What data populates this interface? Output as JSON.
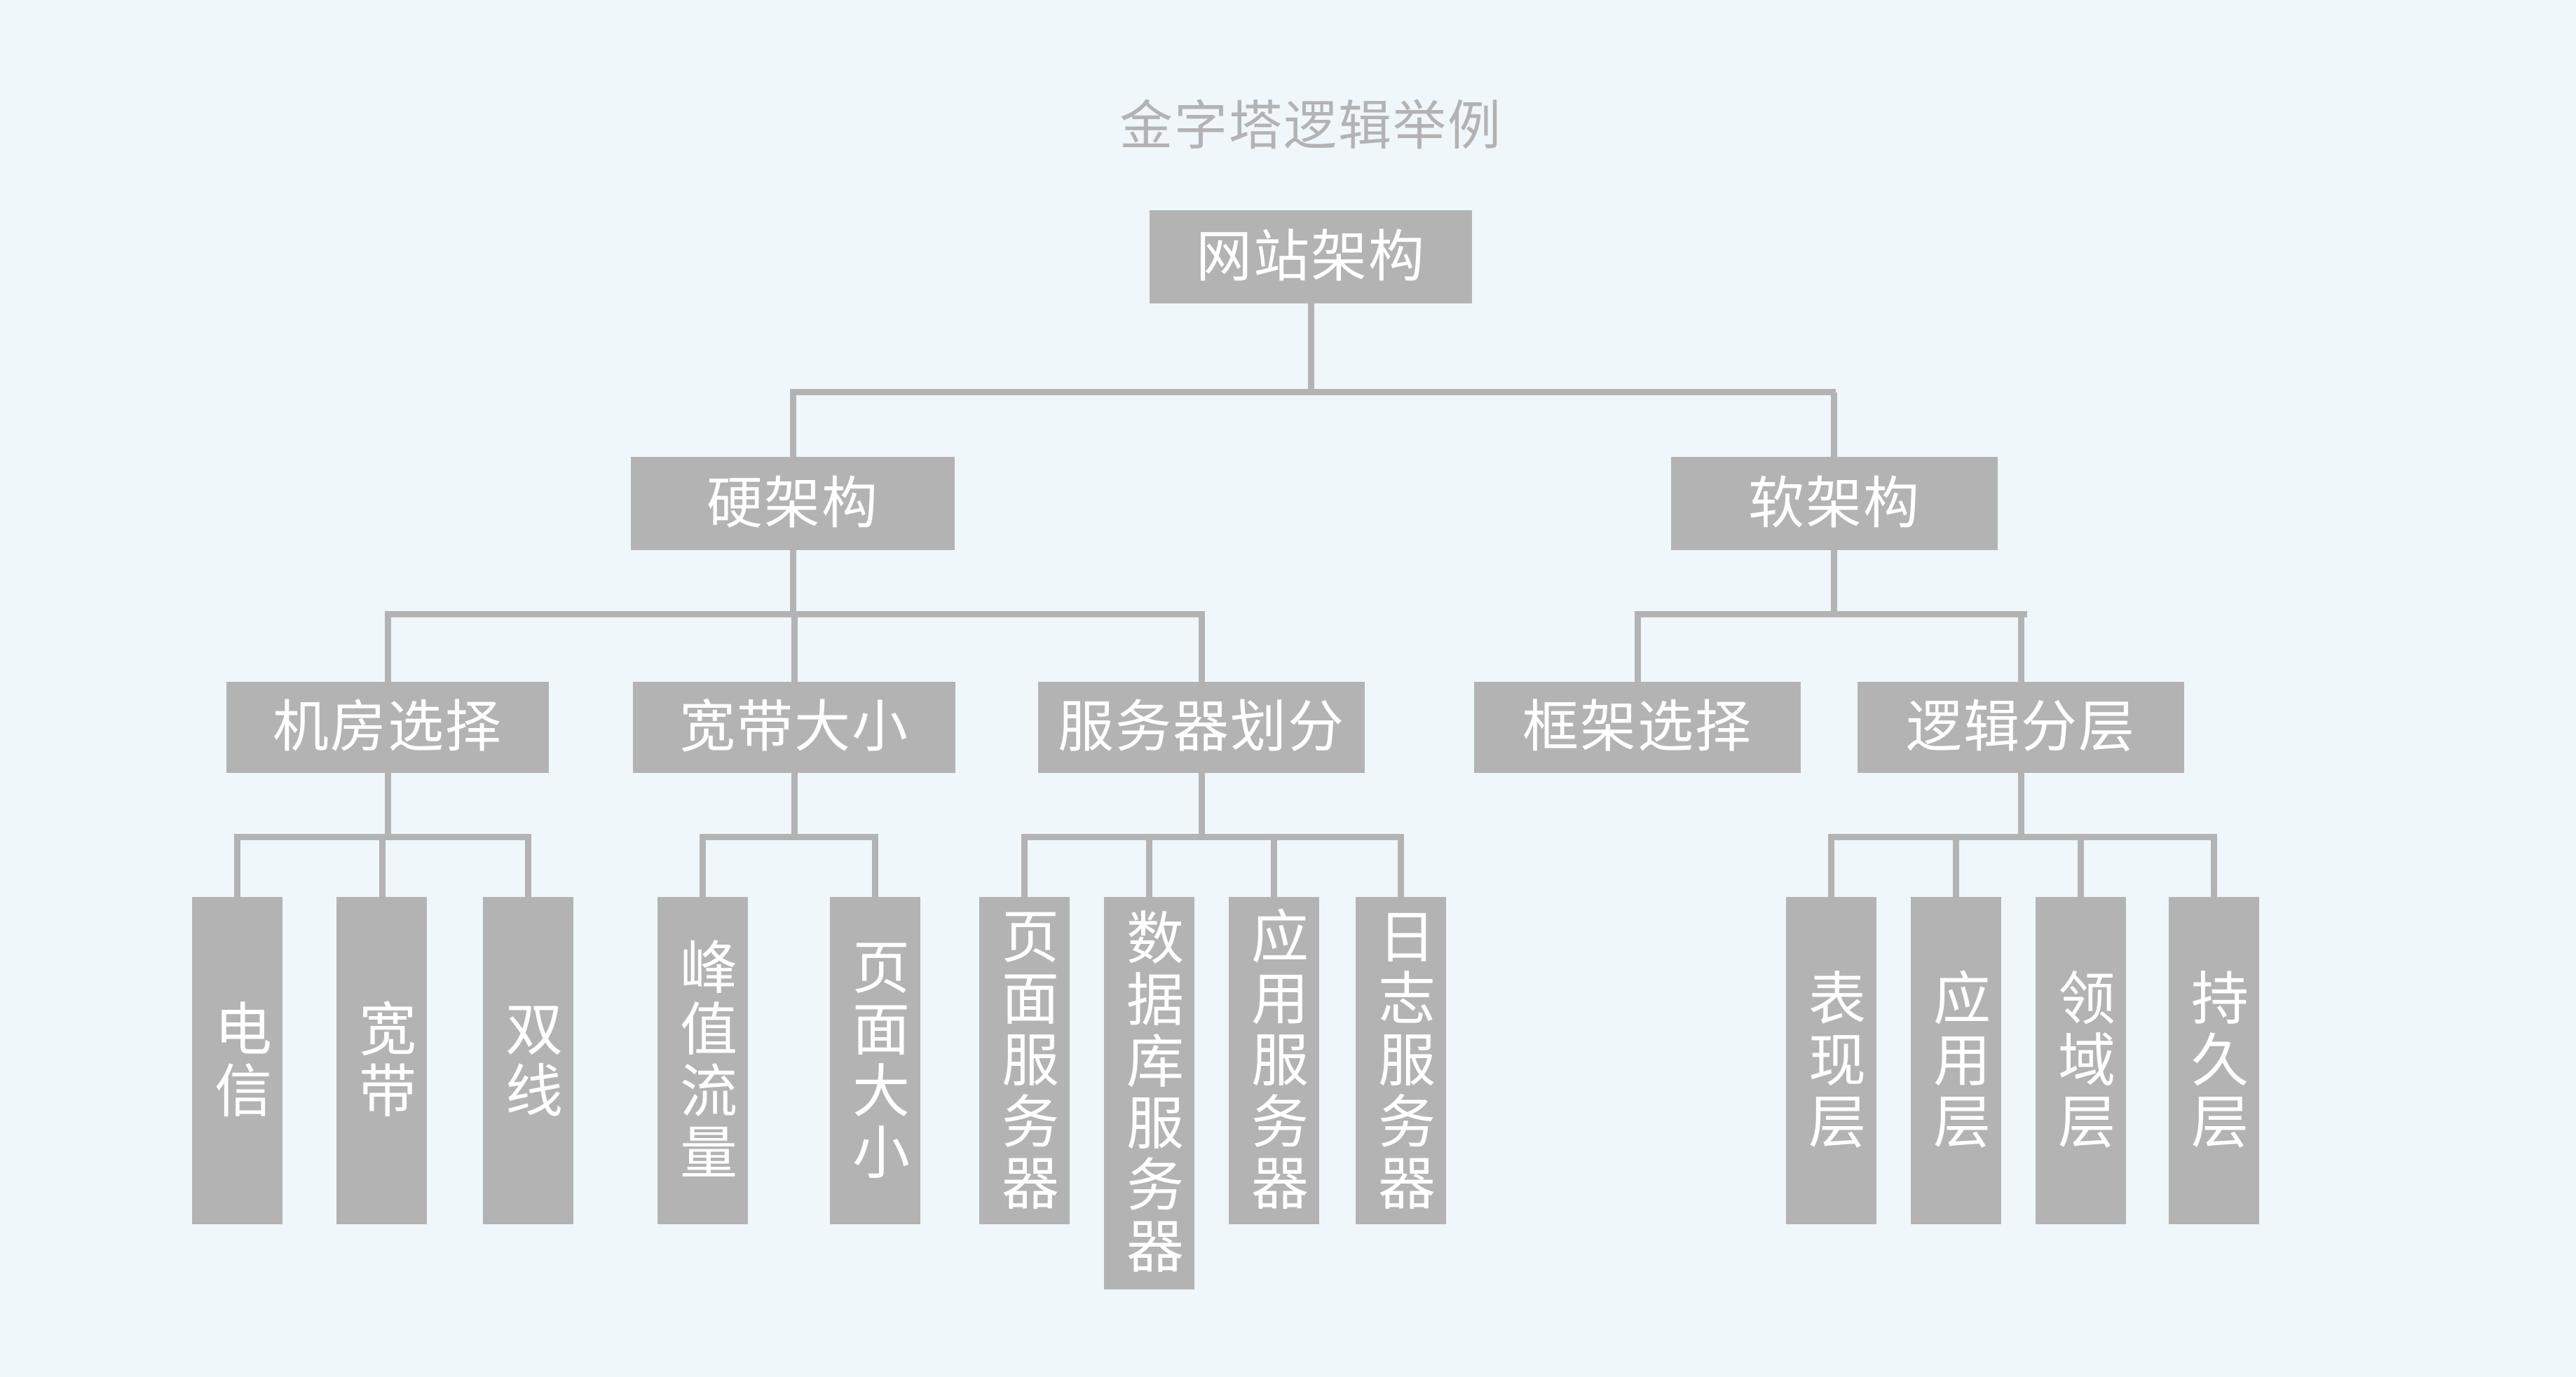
{
  "title": "金字塔逻辑举例",
  "colors": {
    "background": "#eff7fa",
    "node_fill": "#b3b3b3",
    "node_text": "#ffffff",
    "connector": "#b3b3b3",
    "title_text": "#b3b3b3"
  },
  "tree": {
    "label": "网站架构",
    "children": [
      {
        "label": "硬架构",
        "children": [
          {
            "label": "机房选择",
            "children": [
              {
                "label": "电信"
              },
              {
                "label": "宽带"
              },
              {
                "label": "双线"
              }
            ]
          },
          {
            "label": "宽带大小",
            "children": [
              {
                "label": "峰值流量"
              },
              {
                "label": "页面大小"
              }
            ]
          },
          {
            "label": "服务器划分",
            "children": [
              {
                "label": "页面服务器"
              },
              {
                "label": "数据库服务器"
              },
              {
                "label": "应用服务器"
              },
              {
                "label": "日志服务器"
              }
            ]
          }
        ]
      },
      {
        "label": "软架构",
        "children": [
          {
            "label": "框架选择",
            "children": []
          },
          {
            "label": "逻辑分层",
            "children": [
              {
                "label": "表现层"
              },
              {
                "label": "应用层"
              },
              {
                "label": "领域层"
              },
              {
                "label": "持久层"
              }
            ]
          }
        ]
      }
    ]
  }
}
